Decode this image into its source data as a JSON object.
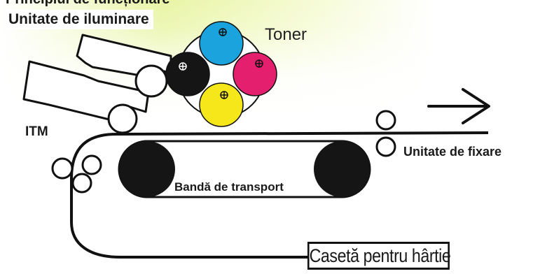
{
  "labels": {
    "cropped_title": "Principiul de funcționare",
    "illumination_unit": "Unitate de iluminare",
    "toner": "Toner",
    "itm": "ITM",
    "fixing_unit": "Unitate de fixare",
    "transport_belt": "Bandă de transport",
    "paper_cassette": "Casetă pentru hârtie"
  },
  "toner_colors": {
    "cyan": "#1aa3dd",
    "magenta": "#e4206e",
    "yellow": "#f5e71a",
    "black": "#151515"
  },
  "background": {
    "accent": "#d8ec64"
  },
  "icons": {
    "arrow": "right-arrow-icon",
    "registration": "registration-mark-icon"
  }
}
